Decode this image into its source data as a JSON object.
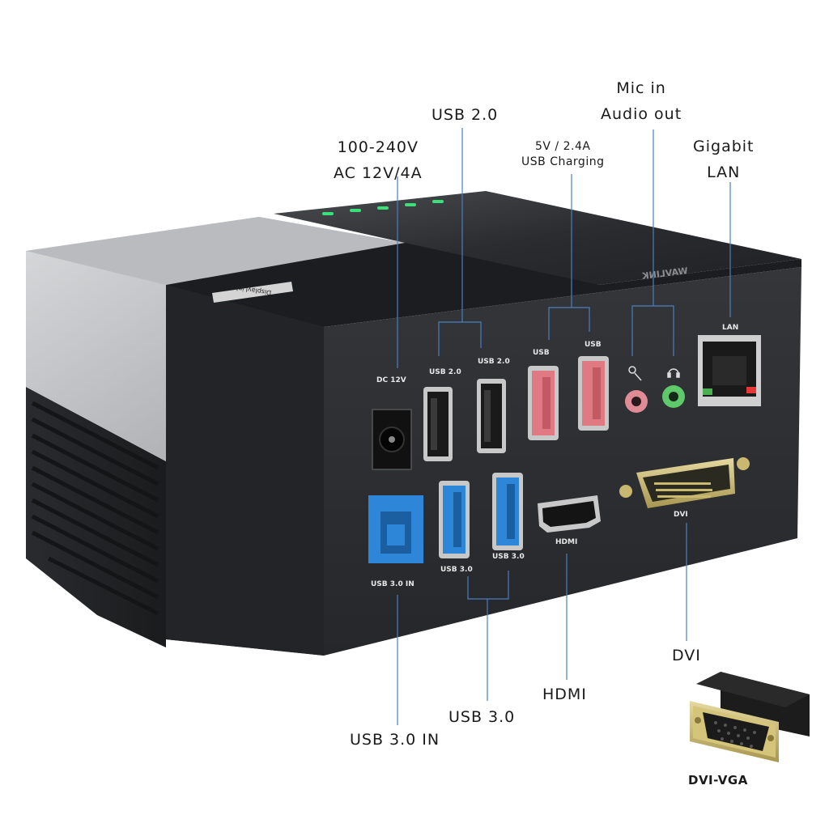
{
  "callouts": {
    "power": [
      "100-240V",
      "AC 12V/4A"
    ],
    "usb2": "USB 2.0",
    "charging": [
      "5V / 2.4A",
      "USB Charging"
    ],
    "audio": [
      "Mic in",
      "Audio out"
    ],
    "lan": [
      "Gigabit",
      "LAN"
    ],
    "usb3in": "USB 3.0 IN",
    "usb3": "USB 3.0",
    "hdmi": "HDMI",
    "dvi": "DVI",
    "adapter": "DVI-VGA"
  },
  "port_labels": {
    "dc": "DC 12V",
    "usb20_a": "USB 2.0",
    "usb20_b": "USB 2.0",
    "usb_charge_a": "USB",
    "usb_charge_b": "USB",
    "lan": "LAN",
    "usb30in": "USB 3.0 IN",
    "usb30_a": "USB 3.0",
    "usb30_b": "USB 3.0",
    "hdmi": "HDMI",
    "dvi": "DVI"
  },
  "brand_text": "WAVLINK",
  "sticker_text": "DisplayLink",
  "colors": {
    "body": "#2b2d30",
    "top": "#3a3c40",
    "silver": "#c4c6c8",
    "usb3_blue": "#2e86d8",
    "usb_charge_red": "#e07a82",
    "mic_pink": "#e08b95",
    "audio_green": "#5ec86a",
    "dvi_gold": "#c9b870",
    "leader": "#4a7fc0"
  }
}
